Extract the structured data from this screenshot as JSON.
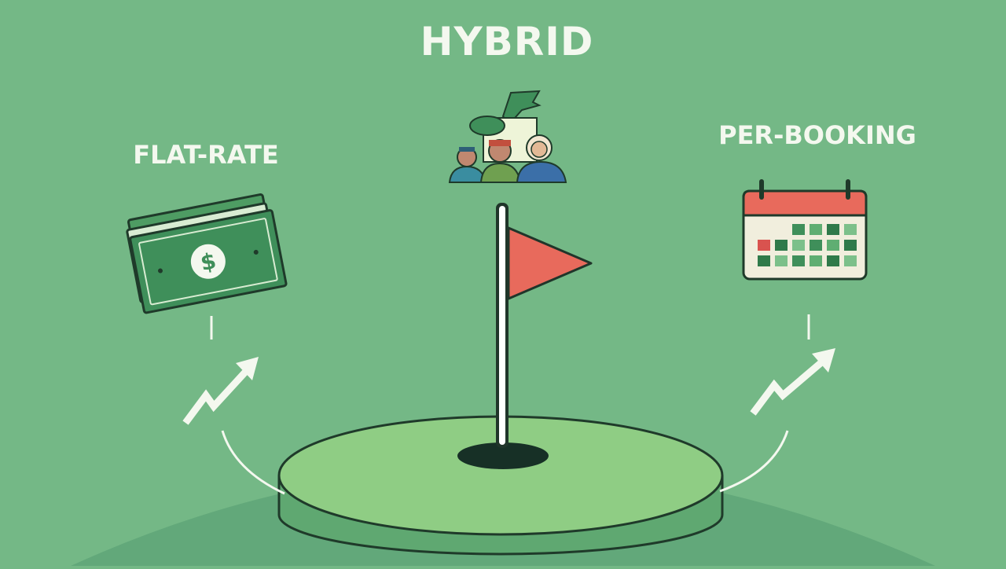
{
  "diagram": {
    "center_label": "HYBRID",
    "left_label": "FLAT-RATE",
    "right_label": "PER-BOOKING",
    "money_symbol": "$"
  },
  "icons": {
    "left": "dollar-bill-stack-icon",
    "center": "group-of-people-icon",
    "right": "calendar-icon",
    "center_piece": "golf-flag-icon",
    "trend": "upward-trend-arrow-icon"
  },
  "colors": {
    "background": "#74b886",
    "hill": "#62a87a",
    "green": "#8fcd84",
    "flag": "#e86a5c",
    "label_text": "#f4f8ef",
    "money": "#3f8f5a",
    "calendar_header": "#e86a5c"
  }
}
